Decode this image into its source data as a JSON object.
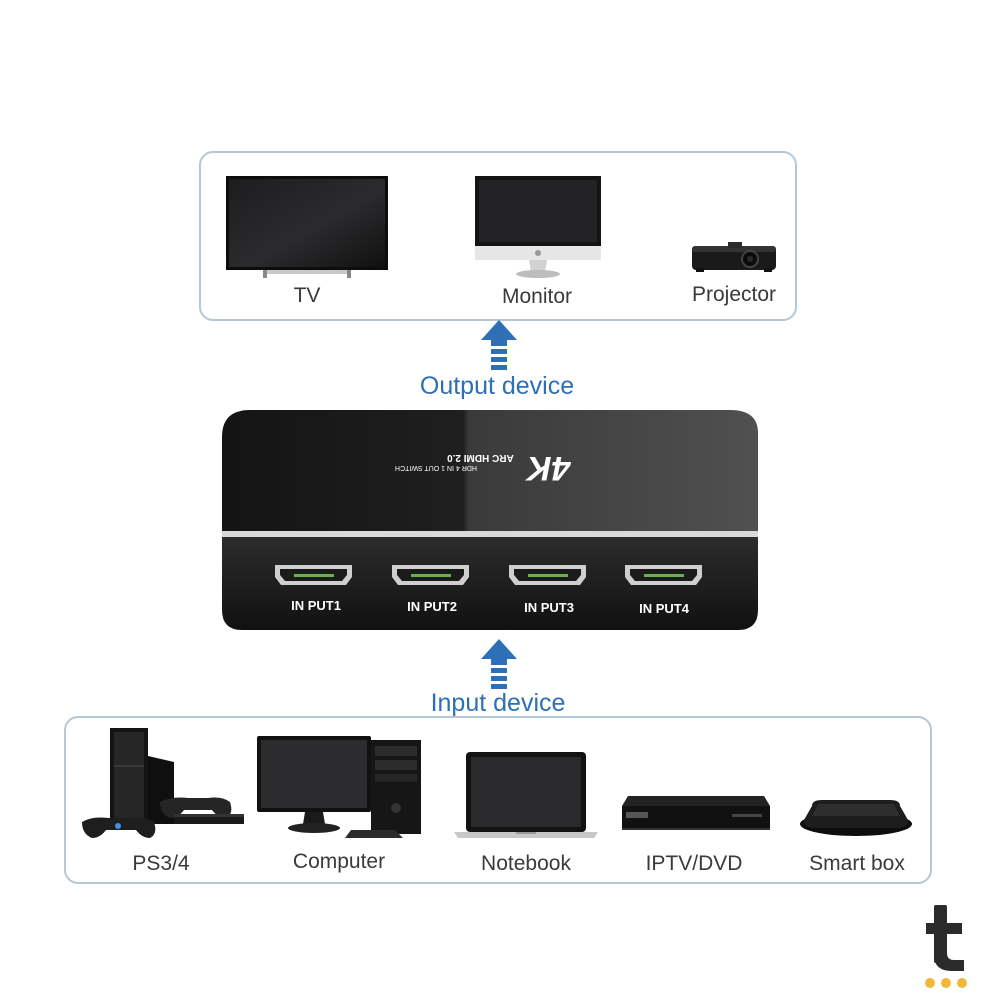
{
  "output_section": {
    "caption": "Output device",
    "devices": [
      {
        "label": "TV",
        "icon": "tv-icon"
      },
      {
        "label": "Monitor",
        "icon": "monitor-icon"
      },
      {
        "label": "Projector",
        "icon": "projector-icon"
      }
    ]
  },
  "input_section": {
    "caption": "Input device",
    "devices": [
      {
        "label": "PS3/4",
        "icon": "game-console-icon"
      },
      {
        "label": "Computer",
        "icon": "desktop-computer-icon"
      },
      {
        "label": "Notebook",
        "icon": "laptop-icon"
      },
      {
        "label": "IPTV/DVD",
        "icon": "dvd-player-icon"
      },
      {
        "label": "Smart box",
        "icon": "smart-box-icon"
      }
    ]
  },
  "switch": {
    "brand_main": "4K",
    "brand_line1": "ARC HDMI 2.0",
    "brand_line2": "HDR  4 IN 1 OUT SWITCH",
    "ports": [
      "IN PUT1",
      "IN PUT2",
      "IN PUT3",
      "IN PUT4"
    ]
  },
  "colors": {
    "accent_blue": "#2f6fb5",
    "panel_border": "#b4c8d8",
    "watermark_gold": "#f0b93a"
  }
}
